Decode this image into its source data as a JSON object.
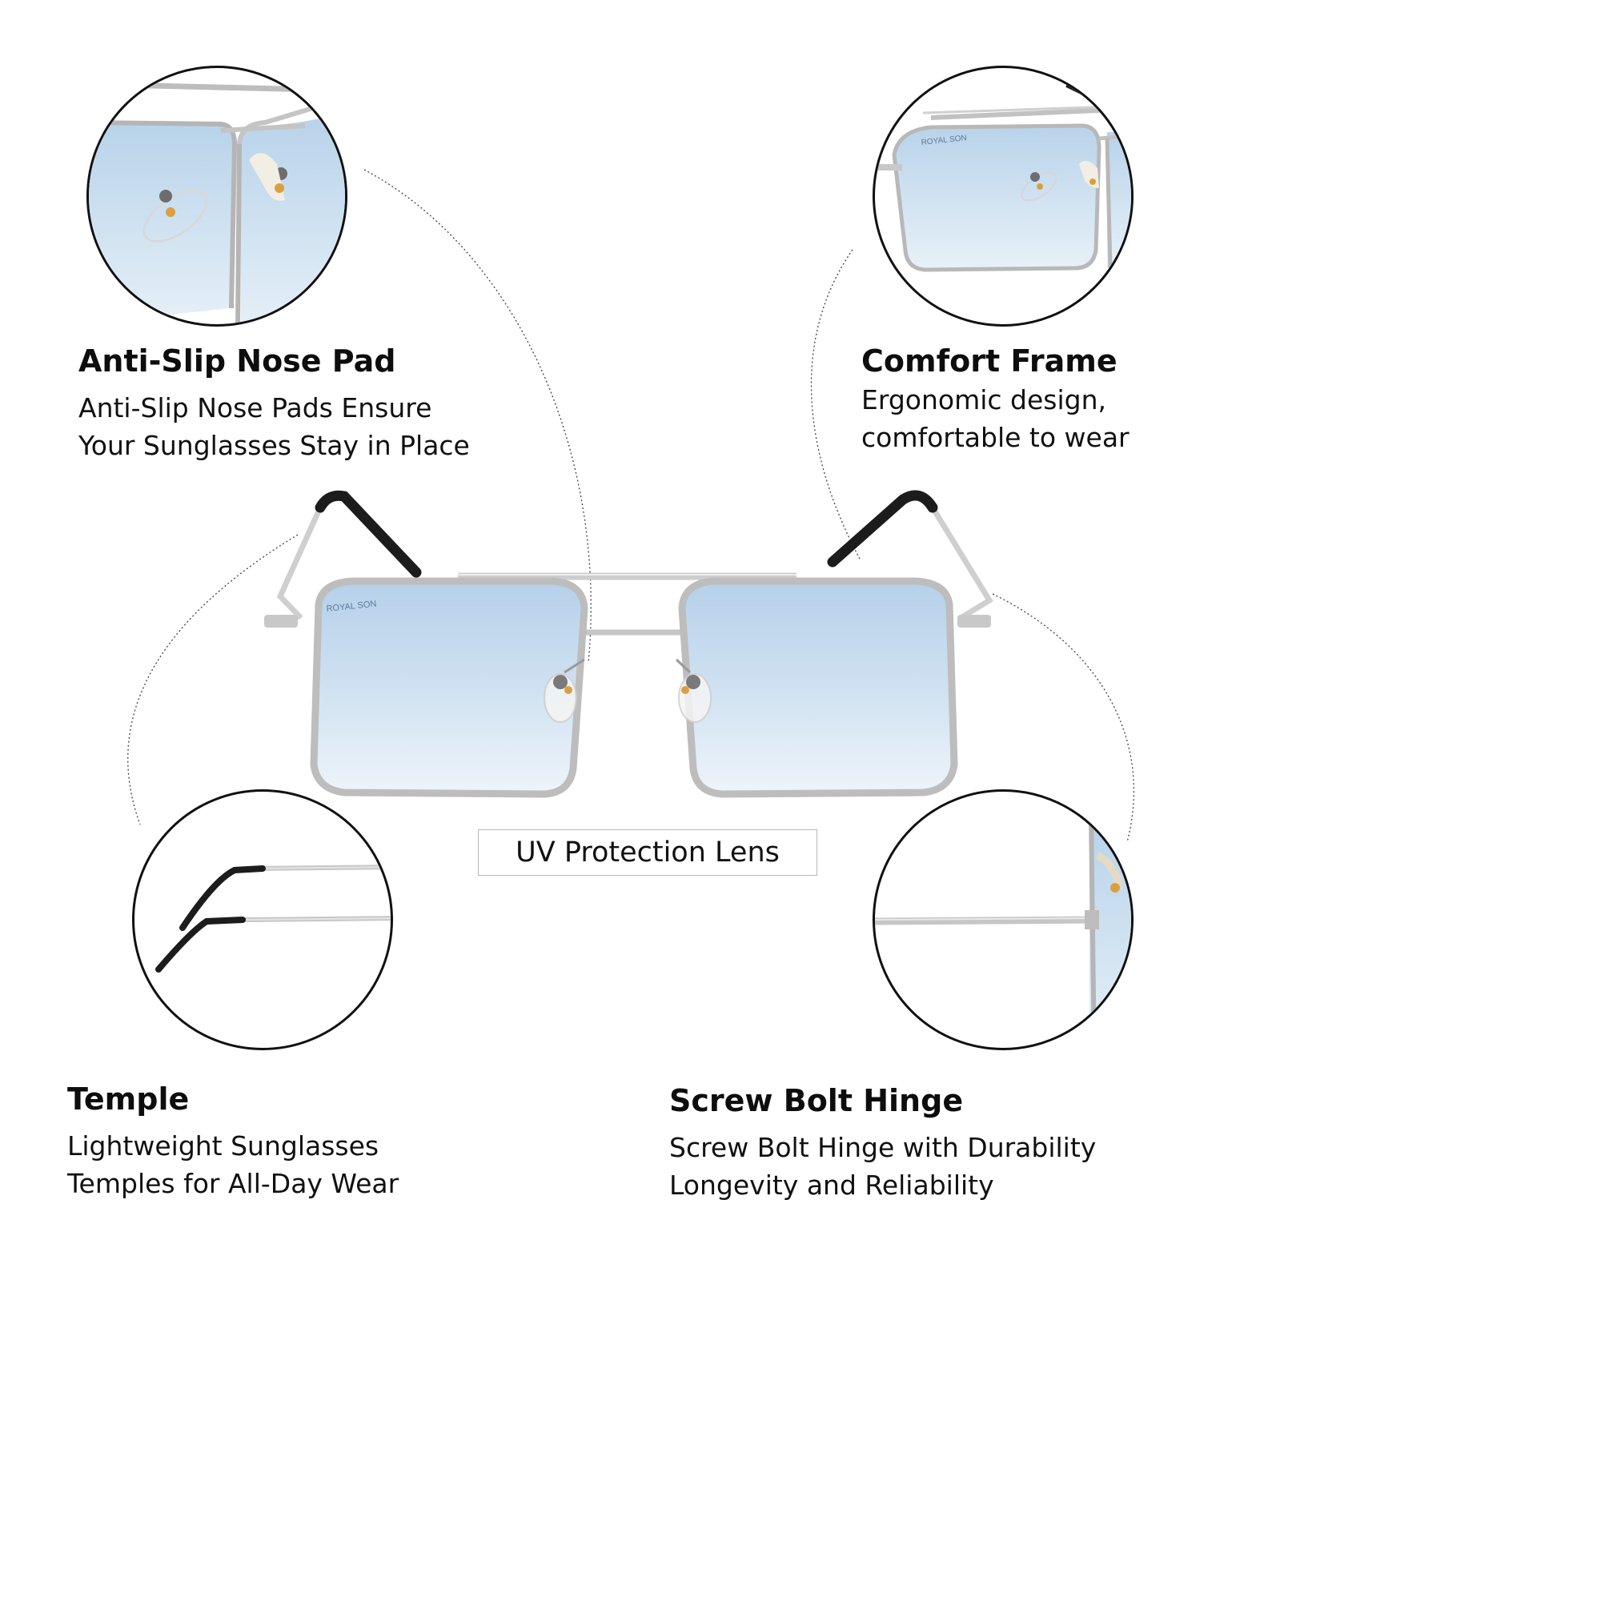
{
  "features": [
    {
      "title": "Anti-Slip Nose Pad",
      "lines": [
        "Anti-Slip Nose Pads Ensure",
        "Your Sunglasses Stay in Place"
      ]
    },
    {
      "title": "Comfort Frame",
      "lines": [
        "Ergonomic design,",
        "comfortable to wear"
      ]
    },
    {
      "title": "Temple",
      "lines": [
        "Lightweight Sunglasses",
        "Temples for All-Day Wear"
      ]
    },
    {
      "title": "Screw Bolt Hinge",
      "lines": [
        "Screw Bolt Hinge with Durability",
        "Longevity and Reliability"
      ]
    }
  ],
  "lens_label": "UV Protection Lens",
  "brand": "ROYAL SON",
  "colors": {
    "lens_tint": "#c2d9ee",
    "frame_metal": "#c9c9c9",
    "temple_tip": "#1c1c1c",
    "connector_line": "#444444"
  }
}
